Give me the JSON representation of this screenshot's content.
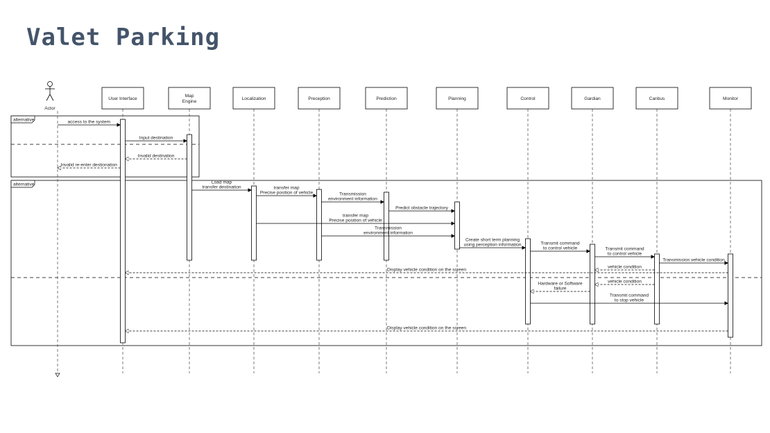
{
  "slide": {
    "title": "Valet Parking"
  },
  "diagram": {
    "actor": "Actor",
    "participants": [
      {
        "id": "ui",
        "lines": [
          "User Interface"
        ]
      },
      {
        "id": "map",
        "lines": [
          "Map",
          "Engine"
        ]
      },
      {
        "id": "loc",
        "lines": [
          "Localization"
        ]
      },
      {
        "id": "pre",
        "lines": [
          "Preception"
        ]
      },
      {
        "id": "pred",
        "lines": [
          "Prediction"
        ]
      },
      {
        "id": "plan",
        "lines": [
          "Planning"
        ]
      },
      {
        "id": "ctrl",
        "lines": [
          "Control"
        ]
      },
      {
        "id": "gard",
        "lines": [
          "Gardian"
        ]
      },
      {
        "id": "can",
        "lines": [
          "Canbus"
        ]
      },
      {
        "id": "mon",
        "lines": [
          "Monitor"
        ]
      }
    ],
    "fragments": [
      {
        "label": "alternative"
      },
      {
        "label": "alternative"
      }
    ],
    "messages": [
      {
        "from": "actor",
        "to": "ui",
        "type": "sync",
        "lines": [
          "access to the system"
        ]
      },
      {
        "from": "ui",
        "to": "map",
        "type": "sync",
        "lines": [
          "Input destination"
        ]
      },
      {
        "from": "map",
        "to": "ui",
        "type": "reply",
        "lines": [
          "Invalid destination"
        ]
      },
      {
        "from": "ui",
        "to": "actor",
        "type": "reply",
        "lines": [
          "Invalid re-enter destionation"
        ]
      },
      {
        "from": "map",
        "to": "loc",
        "type": "sync",
        "lines": [
          "Load map",
          "transfer destination"
        ]
      },
      {
        "from": "loc",
        "to": "pre",
        "type": "sync",
        "lines": [
          "transfer map",
          "Precise position of vehicle"
        ]
      },
      {
        "from": "pre",
        "to": "pred",
        "type": "sync",
        "lines": [
          "Transmission",
          "environment information"
        ]
      },
      {
        "from": "pred",
        "to": "plan",
        "type": "sync",
        "lines": [
          "Predict obstacle trajectory"
        ]
      },
      {
        "from": "loc",
        "to": "plan",
        "type": "sync",
        "lines": [
          "transfer map",
          "Precise position of vehicle"
        ]
      },
      {
        "from": "pre",
        "to": "plan",
        "type": "sync",
        "lines": [
          "Transmission",
          "environment information"
        ]
      },
      {
        "from": "plan",
        "to": "ctrl",
        "type": "sync",
        "lines": [
          "Create short term planning",
          "using perception information"
        ]
      },
      {
        "from": "ctrl",
        "to": "gard",
        "type": "sync",
        "lines": [
          "Transmit command",
          "to control vehicle"
        ]
      },
      {
        "from": "gard",
        "to": "can",
        "type": "sync",
        "lines": [
          "Transmit command",
          "to control vehicle"
        ]
      },
      {
        "from": "can",
        "to": "mon",
        "type": "sync",
        "lines": [
          "Transmission vehicle condition"
        ]
      },
      {
        "from": "can",
        "to": "gard",
        "type": "reply",
        "lines": [
          "vehicle condition"
        ]
      },
      {
        "from": "mon",
        "to": "ui",
        "type": "reply",
        "lines": [
          "Display vehicle condition on the screen"
        ]
      },
      {
        "from": "can",
        "to": "gard",
        "type": "reply",
        "lines": [
          "vehicle condition"
        ]
      },
      {
        "from": "gard",
        "to": "ctrl",
        "type": "reply",
        "lines": [
          "Hardware or Software",
          "failure"
        ]
      },
      {
        "from": "ctrl",
        "to": "mon",
        "type": "sync",
        "lines": [
          "Transmit command",
          "to stop vehicle"
        ]
      },
      {
        "from": "mon",
        "to": "ui",
        "type": "reply",
        "lines": [
          "Display vehicle condition on the screen"
        ]
      }
    ]
  }
}
